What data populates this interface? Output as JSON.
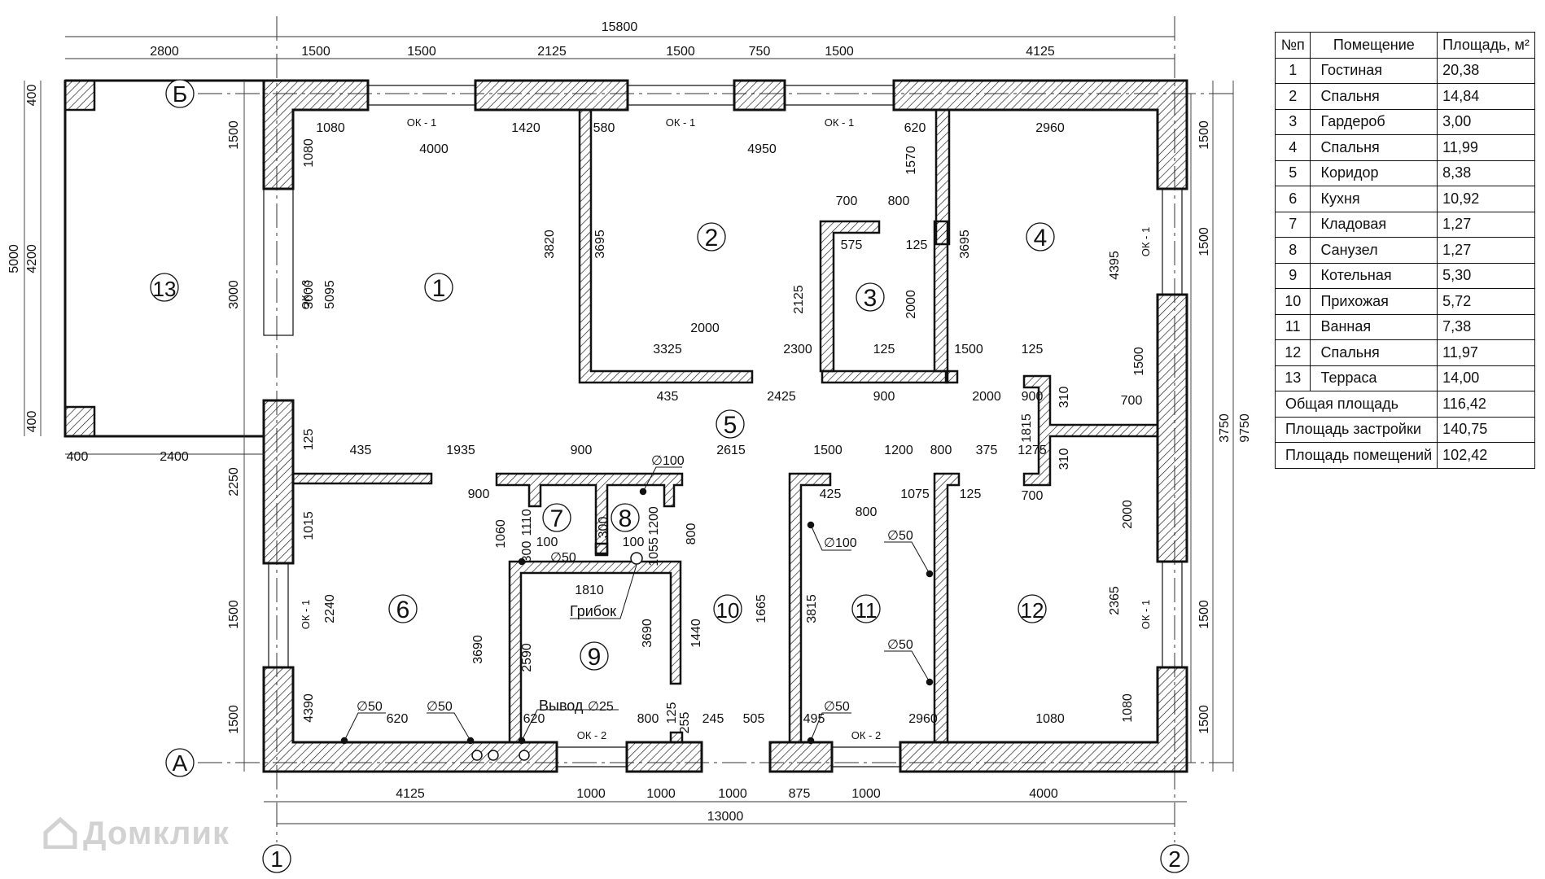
{
  "table": {
    "headers": {
      "num": "№п",
      "room": "Помещение",
      "area": "Площадь, м²"
    },
    "rooms": [
      {
        "num": "1",
        "name": "Гостиная",
        "area": "20,38"
      },
      {
        "num": "2",
        "name": "Спальня",
        "area": "14,84"
      },
      {
        "num": "3",
        "name": "Гардероб",
        "area": "3,00"
      },
      {
        "num": "4",
        "name": "Спальня",
        "area": "11,99"
      },
      {
        "num": "5",
        "name": "Коридор",
        "area": "8,38"
      },
      {
        "num": "6",
        "name": "Кухня",
        "area": "10,92"
      },
      {
        "num": "7",
        "name": "Кладовая",
        "area": "1,27"
      },
      {
        "num": "8",
        "name": "Санузел",
        "area": "1,27"
      },
      {
        "num": "9",
        "name": "Котельная",
        "area": "5,30"
      },
      {
        "num": "10",
        "name": "Прихожая",
        "area": "5,72"
      },
      {
        "num": "11",
        "name": "Ванная",
        "area": "7,38"
      },
      {
        "num": "12",
        "name": "Спальня",
        "area": "11,97"
      },
      {
        "num": "13",
        "name": "Терраса",
        "area": "14,00"
      }
    ],
    "totals": [
      {
        "label": "Общая площадь",
        "value": "116,42"
      },
      {
        "label": "Площадь застройки",
        "value": "140,75"
      },
      {
        "label": "Площадь помещений",
        "value": "102,42"
      }
    ]
  },
  "plan": {
    "axes": {
      "top": "Б",
      "bottom": "А",
      "left": "1",
      "right": "2"
    },
    "room_numbers": [
      "1",
      "2",
      "3",
      "4",
      "5",
      "6",
      "7",
      "8",
      "9",
      "10",
      "11",
      "12",
      "13"
    ],
    "dimensions": {
      "overall_top": "15800",
      "top_chain": [
        "2800",
        "1500",
        "1500",
        "2125",
        "1500",
        "750",
        "1500",
        "4125"
      ],
      "bottom_chain": [
        "4125",
        "1000",
        "1000",
        "1000",
        "875",
        "1000",
        "4000"
      ],
      "overall_bottom": "13000",
      "left_chain_house": [
        "1500",
        "3000",
        "2250",
        "1500",
        "1500"
      ],
      "left_terrace": [
        "5000",
        "4200",
        "400",
        "400"
      ],
      "terrace_bottom": [
        "400",
        "2400"
      ],
      "right_chain": [
        "1500",
        "1500",
        "3750",
        "1500",
        "1500"
      ],
      "right_overall": "9750",
      "inner": [
        "1080",
        "1420",
        "580",
        "620",
        "2960",
        "4000",
        "4950",
        "1570",
        "1080",
        "700",
        "800",
        "575",
        "125",
        "3820",
        "3695",
        "3695",
        "4395",
        "2125",
        "2000",
        "3325",
        "2300",
        "125",
        "1500",
        "125",
        "435",
        "2425",
        "900",
        "2000",
        "900",
        "310",
        "700",
        "1500",
        "1815",
        "1275",
        "310",
        "700",
        "435",
        "1935",
        "900",
        "2615",
        "1500",
        "1200",
        "800",
        "375",
        "900",
        "125",
        "425",
        "1075",
        "125",
        "125",
        "1015",
        "1110",
        "300",
        "1200",
        "300",
        "100",
        "1055",
        "100",
        "1060",
        "800",
        "800",
        "2000",
        "1810",
        "2240",
        "3690",
        "1440",
        "1665",
        "3815",
        "3690",
        "2590",
        "2365",
        "4390",
        "1080",
        "2960",
        "620",
        "620",
        "800",
        "125",
        "255",
        "245",
        "505",
        "495",
        "2960",
        "1080",
        "5095",
        "3000"
      ],
      "window_marks": [
        "ОК - 1",
        "ОК - 1",
        "ОК - 1",
        "ОК - 1",
        "ОК - 1",
        "ОК - 3",
        "ОК - 1",
        "ОК - 2",
        "ОК - 2"
      ],
      "pipes": [
        "∅100",
        "∅50",
        "∅100",
        "∅50",
        "∅50",
        "∅50",
        "∅50",
        "∅50",
        "∅25"
      ],
      "labels": {
        "vent": "Грибок",
        "outlet": "Вывод"
      }
    }
  },
  "watermark": "Домклик",
  "colors": {
    "line": "#111111",
    "hatch": "#111111",
    "watermark": "#d2d2d2"
  }
}
